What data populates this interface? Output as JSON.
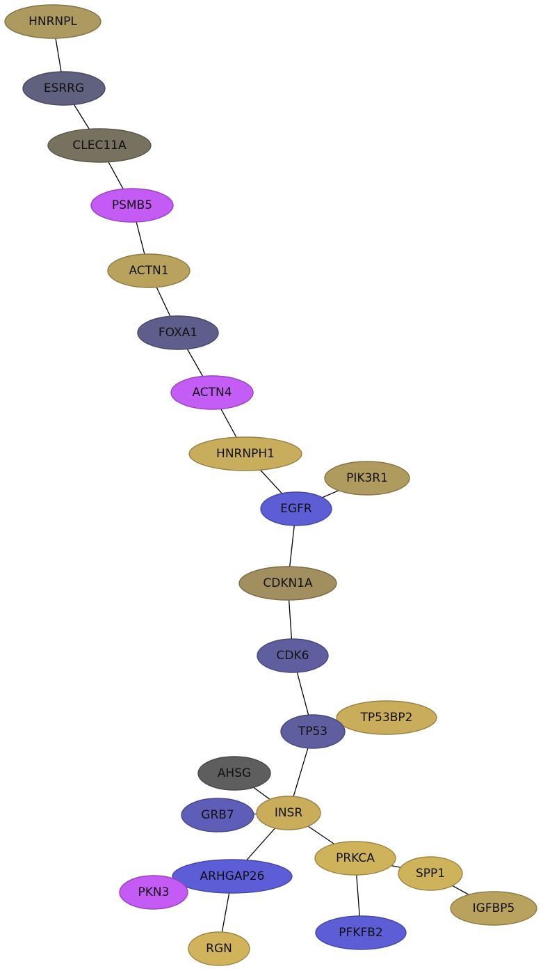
{
  "nodes": [
    {
      "id": "HNRNPL",
      "label": "HNRNPL",
      "color": "#ad9a5e"
    },
    {
      "id": "ESRRG",
      "label": "ESRRG",
      "color": "#60607f"
    },
    {
      "id": "CLEC11A",
      "label": "CLEC11A",
      "color": "#777260"
    },
    {
      "id": "PSMB5",
      "label": "PSMB5",
      "color": "#c45bf5"
    },
    {
      "id": "ACTN1",
      "label": "ACTN1",
      "color": "#b9a35c"
    },
    {
      "id": "FOXA1",
      "label": "FOXA1",
      "color": "#5e5e8c"
    },
    {
      "id": "ACTN4",
      "label": "ACTN4",
      "color": "#c45cf6"
    },
    {
      "id": "HNRNPH1",
      "label": "HNRNPH1",
      "color": "#c8ad5c"
    },
    {
      "id": "PIK3R1",
      "label": "PIK3R1",
      "color": "#b09b5e"
    },
    {
      "id": "EGFR",
      "label": "EGFR",
      "color": "#5d5dd5"
    },
    {
      "id": "CDKN1A",
      "label": "CDKN1A",
      "color": "#a18f5f"
    },
    {
      "id": "CDK6",
      "label": "CDK6",
      "color": "#5f5fa0"
    },
    {
      "id": "TP53BP2",
      "label": "TP53BP2",
      "color": "#c9ad5a"
    },
    {
      "id": "TP53",
      "label": "TP53",
      "color": "#5f5fa0"
    },
    {
      "id": "AHSG",
      "label": "AHSG",
      "color": "#5e5e5e"
    },
    {
      "id": "GRB7",
      "label": "GRB7",
      "color": "#5e5eb8"
    },
    {
      "id": "INSR",
      "label": "INSR",
      "color": "#c9ad5b"
    },
    {
      "id": "PRKCA",
      "label": "PRKCA",
      "color": "#cfb35b"
    },
    {
      "id": "SPP1",
      "label": "SPP1",
      "color": "#cfb35b"
    },
    {
      "id": "ARHGAP26",
      "label": "ARHGAP26",
      "color": "#5d5dd8"
    },
    {
      "id": "PKN3",
      "label": "PKN3",
      "color": "#c45bf5"
    },
    {
      "id": "IGFBP5",
      "label": "IGFBP5",
      "color": "#b8a25d"
    },
    {
      "id": "RGN",
      "label": "RGN",
      "color": "#d0b35b"
    },
    {
      "id": "PFKFB2",
      "label": "PFKFB2",
      "color": "#5d5dd5"
    }
  ],
  "edges": [
    [
      "HNRNPL",
      "ESRRG"
    ],
    [
      "ESRRG",
      "CLEC11A"
    ],
    [
      "CLEC11A",
      "PSMB5"
    ],
    [
      "PSMB5",
      "ACTN1"
    ],
    [
      "ACTN1",
      "FOXA1"
    ],
    [
      "FOXA1",
      "ACTN4"
    ],
    [
      "ACTN4",
      "HNRNPH1"
    ],
    [
      "HNRNPH1",
      "EGFR"
    ],
    [
      "PIK3R1",
      "EGFR"
    ],
    [
      "EGFR",
      "CDKN1A"
    ],
    [
      "CDKN1A",
      "CDK6"
    ],
    [
      "CDK6",
      "TP53"
    ],
    [
      "TP53",
      "INSR"
    ],
    [
      "AHSG",
      "INSR"
    ],
    [
      "GRB7",
      "INSR"
    ],
    [
      "INSR",
      "ARHGAP26"
    ],
    [
      "INSR",
      "PRKCA"
    ],
    [
      "ARHGAP26",
      "RGN"
    ],
    [
      "PRKCA",
      "PFKFB2"
    ],
    [
      "PRKCA",
      "SPP1"
    ],
    [
      "SPP1",
      "IGFBP5"
    ]
  ]
}
